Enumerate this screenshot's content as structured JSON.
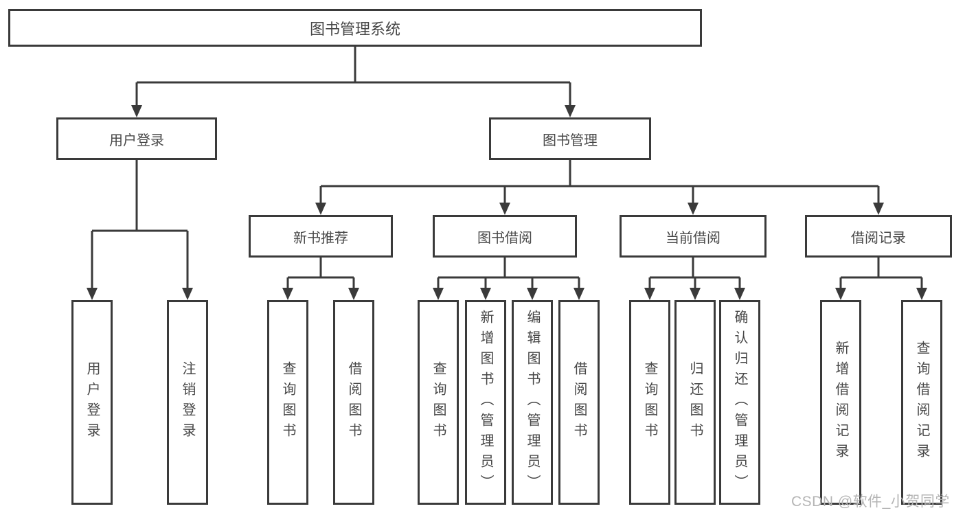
{
  "meta": {
    "diagram_type": "hierarchy-tree",
    "colors": {
      "line": "#3a3a3a",
      "box_border": "#3a3a3a",
      "text": "#474747",
      "watermark": "#b5b5b5",
      "background": "#ffffff"
    }
  },
  "tree": {
    "root": {
      "label": "图书管理系统"
    },
    "branches": [
      {
        "label": "用户登录",
        "children": [
          {
            "label": "用户登录"
          },
          {
            "label": "注销登录"
          }
        ]
      },
      {
        "label": "图书管理",
        "groups": [
          {
            "label": "新书推荐",
            "children": [
              {
                "label": "查询图书"
              },
              {
                "label": "借阅图书"
              }
            ]
          },
          {
            "label": "图书借阅",
            "children": [
              {
                "label": "查询图书"
              },
              {
                "label": "新增图书（管理员）"
              },
              {
                "label": "编辑图书（管理员）"
              },
              {
                "label": "借阅图书"
              }
            ]
          },
          {
            "label": "当前借阅",
            "children": [
              {
                "label": "查询图书"
              },
              {
                "label": "归还图书"
              },
              {
                "label": "确认归还（管理员）"
              }
            ]
          },
          {
            "label": "借阅记录",
            "children": [
              {
                "label": "新增借阅记录"
              },
              {
                "label": "查询借阅记录"
              }
            ]
          }
        ]
      }
    ]
  },
  "watermark": {
    "text": "CSDN @软件_小贺同学"
  }
}
